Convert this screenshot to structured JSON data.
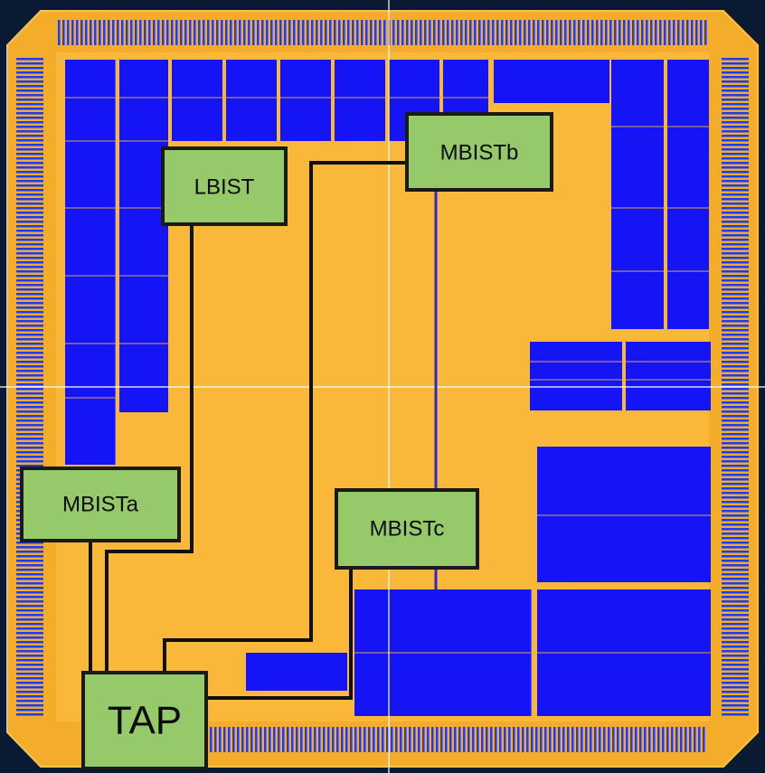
{
  "diagram": {
    "blocks": {
      "tap": "TAP",
      "lbist": "LBIST",
      "mbista": "MBISTa",
      "mbistb": "MBISTb",
      "mbistc": "MBISTc"
    },
    "colors": {
      "background": "#0b1a33",
      "die": "#f9b83a",
      "memory": "#1010ff",
      "block_fill": "#95c96a",
      "block_border": "#1a1a1a",
      "wire": "#101010",
      "crosshair": "#ffffff"
    }
  }
}
